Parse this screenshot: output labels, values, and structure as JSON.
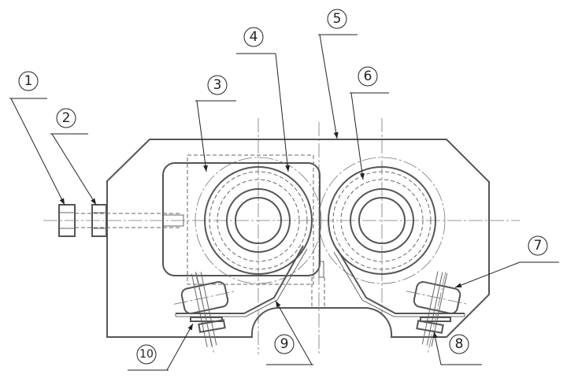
{
  "labels": {
    "l1": "1",
    "l2": "2",
    "l3": "3",
    "l4": "4",
    "l5": "5",
    "l6": "6",
    "l7": "7",
    "l8": "8",
    "l9": "9",
    "l10": "10"
  },
  "colors": {
    "line": "#555555",
    "leader": "#222222"
  }
}
